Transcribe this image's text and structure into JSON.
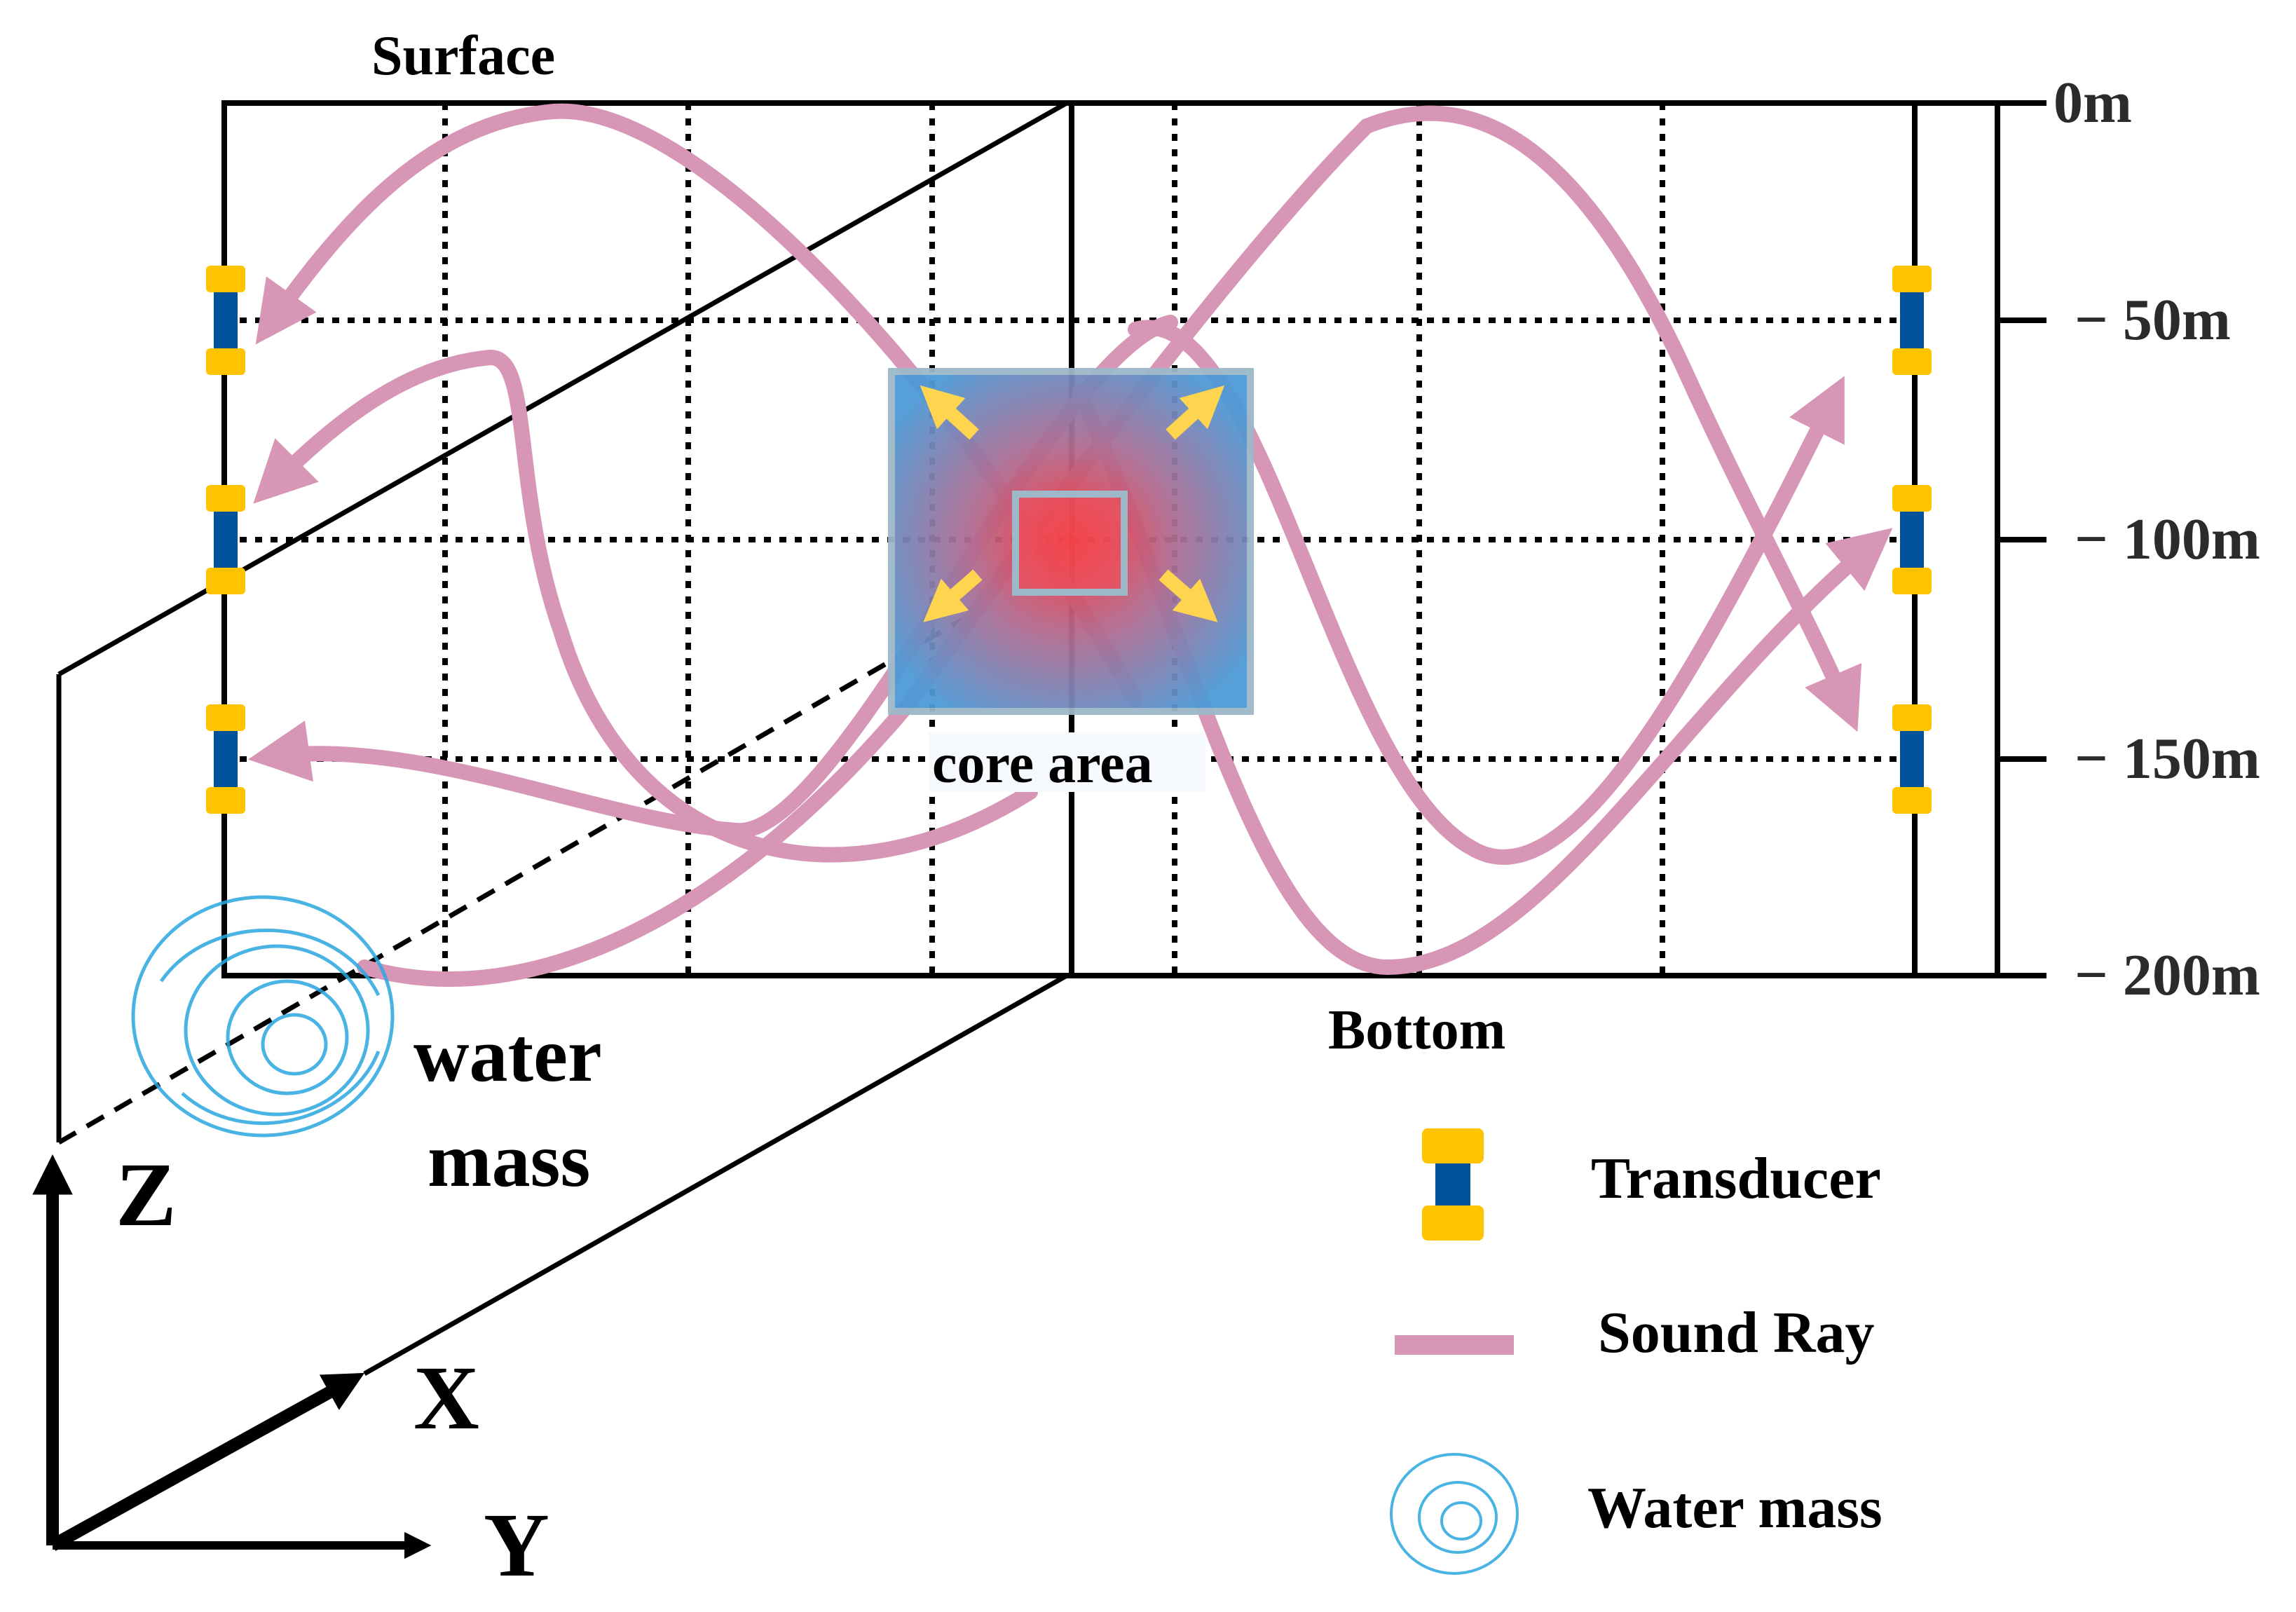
{
  "labels": {
    "surface": "Surface",
    "bottom": "Bottom",
    "core_area": "core area",
    "water_mass_line1": "water",
    "water_mass_line2": "mass"
  },
  "depth_scale": [
    "0m",
    "− 50m",
    "− 100m",
    "− 150m",
    "− 200m"
  ],
  "axes": {
    "z": "Z",
    "x": "X",
    "y": "Y"
  },
  "legend": {
    "transducer": "Transducer",
    "sound_ray": "Sound Ray",
    "water_mass": "Water mass"
  },
  "colors": {
    "sound_ray": "#d796b6",
    "transducer_cap": "#ffc300",
    "transducer_body": "#00529b",
    "core_outer": "#5aa0d8",
    "core_inner": "#ff3a3a",
    "core_border": "#9cb8c9",
    "arrow": "#ffd54f",
    "water_mass": "#2aa8e0"
  }
}
